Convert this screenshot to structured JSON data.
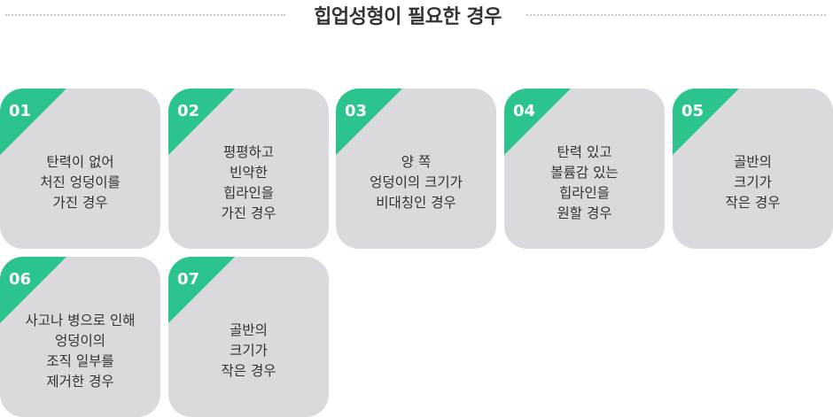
{
  "title": "힙업성형이 필요한 경우",
  "colors": {
    "accent": "#2bc48c",
    "card_background": "#d9d9de",
    "text": "#333333",
    "number": "#ffffff"
  },
  "cards": [
    {
      "number": "01",
      "lines": [
        "탄력이 없어",
        "처진 엉덩이를",
        "가진 경우"
      ]
    },
    {
      "number": "02",
      "lines": [
        "평평하고",
        "빈약한",
        "힙라인을",
        "가진 경우"
      ]
    },
    {
      "number": "03",
      "lines": [
        "양 쪽",
        "엉덩이의 크기가",
        "비대칭인 경우"
      ]
    },
    {
      "number": "04",
      "lines": [
        "탄력 있고",
        "볼륨감 있는",
        "힙라인을",
        "원할 경우"
      ]
    },
    {
      "number": "05",
      "lines": [
        "골반의",
        "크기가",
        "작은 경우"
      ]
    },
    {
      "number": "06",
      "lines": [
        "사고나 병으로 인해",
        "엉덩이의",
        "조직 일부를",
        "제거한 경우"
      ]
    },
    {
      "number": "07",
      "lines": [
        "골반의",
        "크기가",
        "작은 경우"
      ]
    }
  ]
}
